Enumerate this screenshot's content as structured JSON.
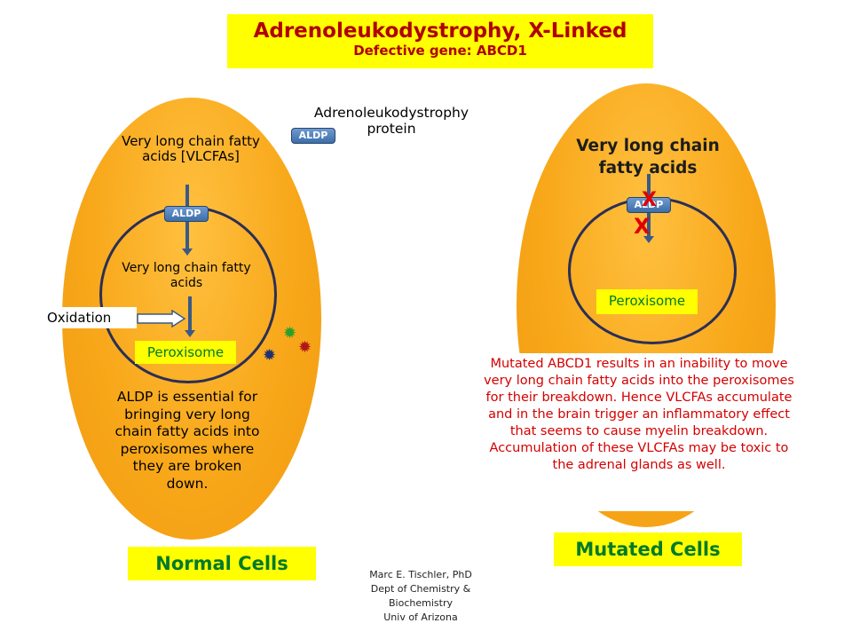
{
  "title": {
    "main": "Adrenoleukodystrophy, X-Linked",
    "sub": "Defective gene: ABCD1"
  },
  "legend": {
    "badge": "ALDP",
    "label": "Adrenoleukodystrophy protein"
  },
  "normal": {
    "vlcfa_outside": "Very long chain fatty acids [VLCFAs]",
    "aldp": "ALDP",
    "vlcfa_inside": "Very long chain fatty acids",
    "oxidation": "Oxidation",
    "peroxisome": "Peroxisome",
    "description": "ALDP is essential for bringing very long chain fatty acids into peroxisomes where they are broken down.",
    "caption": "Normal Cells"
  },
  "mutated": {
    "vlcfa_outside": "Very long chain fatty acids",
    "aldp": "ALDP",
    "blocked_mark": "X",
    "blocked_mark2": "X",
    "peroxisome": "Peroxisome",
    "description": "Mutated ABCD1 results in an inability to move very long chain fatty acids into the peroxisomes for their breakdown. Hence VLCFAs accumulate and in the brain trigger an inflammatory effect that seems to cause myelin breakdown. Accumulation of these VLCFAs may be toxic to the adrenal glands as well.",
    "caption": "Mutated Cells"
  },
  "credit": {
    "line1": "Marc E. Tischler, PhD",
    "line2": "Dept of Chemistry &",
    "line3": "Biochemistry",
    "line4": "Univ of Arizona"
  },
  "colors": {
    "cell": "#f8a81a",
    "highlight": "#ffff00",
    "title_red": "#b00000",
    "text_red": "#d40000",
    "caption_green": "#007a2a",
    "arrow": "#3a5a86"
  }
}
